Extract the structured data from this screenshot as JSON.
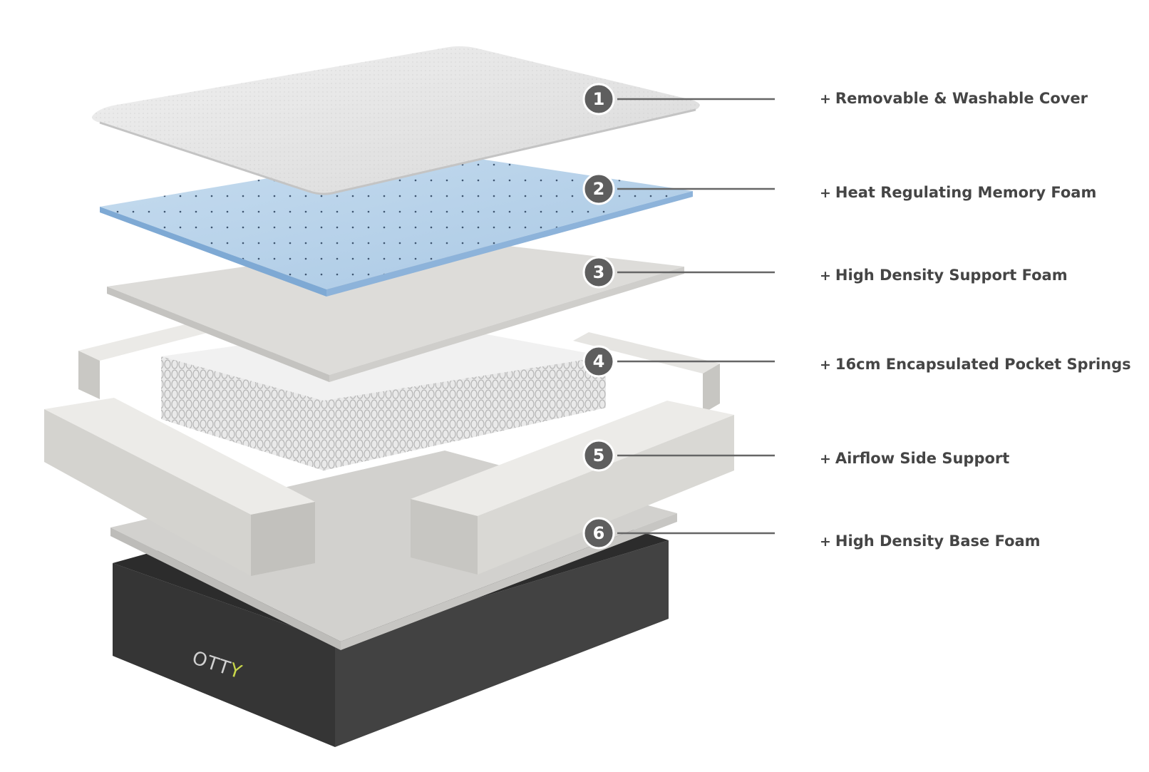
{
  "brand": {
    "wordmark_main": "OTT",
    "wordmark_accent": "Y",
    "accent_color": "#c8d64a"
  },
  "colors": {
    "cover": "#e3e3e3",
    "memory_foam": "#b3cfe6",
    "memory_foam_edge": "#6f9fd0",
    "support_foam": "#dcdbd8",
    "side_support": "#d8d7d3",
    "base_foam": "#d4d3d0",
    "base_box": "#3b3b3b",
    "badge": "#5e5e5e",
    "leader_line": "#666666",
    "label_text": "#454545"
  },
  "layers": [
    {
      "number": "1",
      "label": "Removable & Washable Cover"
    },
    {
      "number": "2",
      "label": "Heat Regulating Memory Foam"
    },
    {
      "number": "3",
      "label": "High Density Support Foam"
    },
    {
      "number": "4",
      "label": "16cm Encapsulated Pocket Springs"
    },
    {
      "number": "5",
      "label": "Airflow Side Support"
    },
    {
      "number": "6",
      "label": "High Density Base Foam"
    }
  ]
}
